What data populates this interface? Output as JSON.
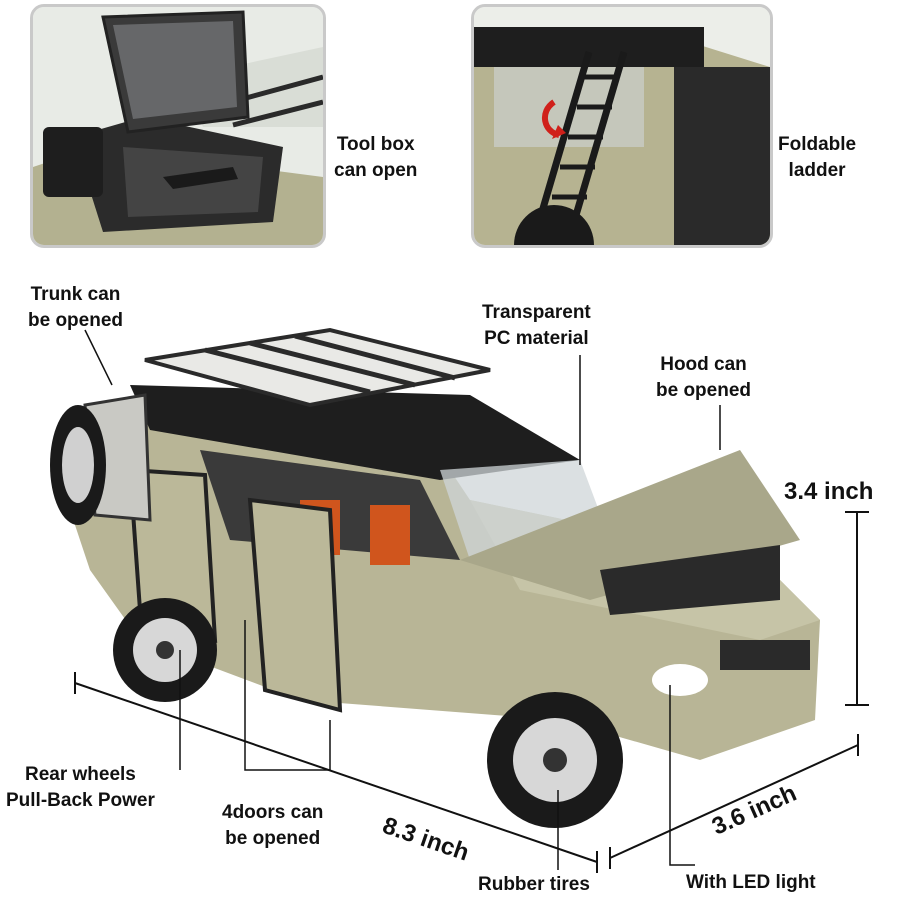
{
  "callouts": {
    "tool_box_line1": "Tool box",
    "tool_box_line2": "can open",
    "ladder_line1": "Foldable",
    "ladder_line2": "ladder",
    "trunk_line1": "Trunk can",
    "trunk_line2": "be opened",
    "pc_line1": "Transparent",
    "pc_line2": "PC material",
    "hood_line1": "Hood can",
    "hood_line2": "be opened",
    "rear_line1": "Rear wheels",
    "rear_line2": "Pull-Back Power",
    "doors_line1": "4doors can",
    "doors_line2": "be opened",
    "tires": "Rubber tires",
    "led": "With LED light"
  },
  "dimensions": {
    "height": "3.4 inch",
    "length": "8.3 inch",
    "width": "3.6 inch"
  },
  "colors": {
    "body": "#b8b596",
    "roof": "#1e1e1e",
    "interior": "#d0551d",
    "inset_border": "#c9c9c9"
  }
}
